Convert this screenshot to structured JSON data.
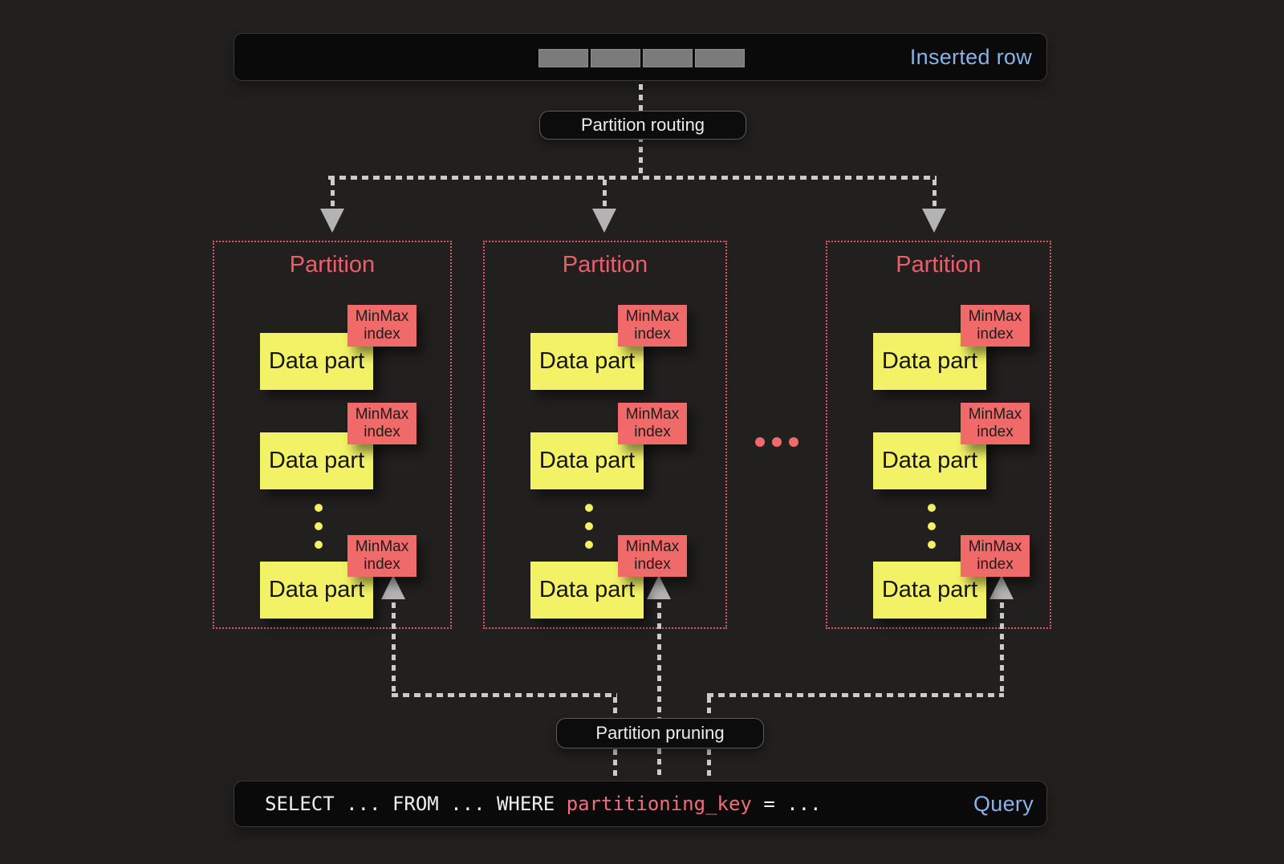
{
  "top_bar": {
    "label": "Inserted row",
    "segment_count": 4
  },
  "flow_labels": {
    "routing": "Partition routing",
    "pruning": "Partition pruning"
  },
  "partitions": [
    {
      "title": "Partition",
      "data_parts": [
        {
          "name": "Data part",
          "index": "MinMax index"
        },
        {
          "name": "Data part",
          "index": "MinMax index"
        },
        {
          "name": "Data part",
          "index": "MinMax index"
        }
      ]
    },
    {
      "title": "Partition",
      "data_parts": [
        {
          "name": "Data part",
          "index": "MinMax index"
        },
        {
          "name": "Data part",
          "index": "MinMax index"
        },
        {
          "name": "Data part",
          "index": "MinMax index"
        }
      ]
    },
    {
      "title": "Partition",
      "data_parts": [
        {
          "name": "Data part",
          "index": "MinMax index"
        },
        {
          "name": "Data part",
          "index": "MinMax index"
        },
        {
          "name": "Data part",
          "index": "MinMax index"
        }
      ]
    }
  ],
  "query_bar": {
    "sql_before_key": "SELECT ... FROM ... WHERE ",
    "key": "partitioning_key",
    "sql_after_key": " = ...",
    "label": "Query"
  },
  "colors": {
    "background": "#21201e",
    "bar_black": "#0a0a0a",
    "accent_blue": "#87b3ea",
    "partition_pink": "#f05c6c",
    "partition_border": "#e15562",
    "minmax_red": "#f16a6a",
    "datapart_yellow": "#f3f266",
    "connector_gray": "#cbcbcb",
    "segment_gray": "#7b7b7b"
  }
}
